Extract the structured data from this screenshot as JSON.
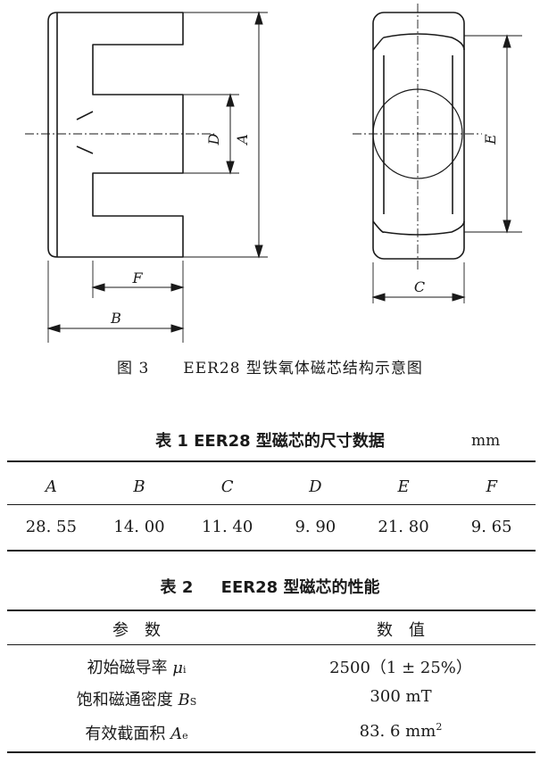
{
  "figure": {
    "labels": {
      "A": "A",
      "B": "B",
      "C": "C",
      "D": "D",
      "E": "E",
      "F": "F"
    },
    "caption_number": "图 3",
    "caption_text": "EER28 型铁氧体磁芯结构示意图"
  },
  "table1": {
    "title": "表 1 EER28 型磁芯的尺寸数据",
    "unit": "mm",
    "headers": [
      "A",
      "B",
      "C",
      "D",
      "E",
      "F"
    ],
    "values": [
      "28. 55",
      "14. 00",
      "11. 40",
      "9. 90",
      "21. 80",
      "9. 65"
    ]
  },
  "table2": {
    "title": "表 2     EER28 型磁芯的性能",
    "headers": [
      "参　数",
      "数　值"
    ],
    "rows": [
      {
        "param": "初始磁导率 ",
        "symbol": "μ",
        "sub": "i",
        "value": "2500（1 ± 25%）",
        "value_sup": ""
      },
      {
        "param": "饱和磁通密度 ",
        "symbol": "B",
        "sub": "S",
        "value": "300 mT",
        "value_sup": ""
      },
      {
        "param": "有效截面积 ",
        "symbol": "A",
        "sub": "e",
        "value": "83. 6 mm",
        "value_sup": "2"
      }
    ]
  }
}
